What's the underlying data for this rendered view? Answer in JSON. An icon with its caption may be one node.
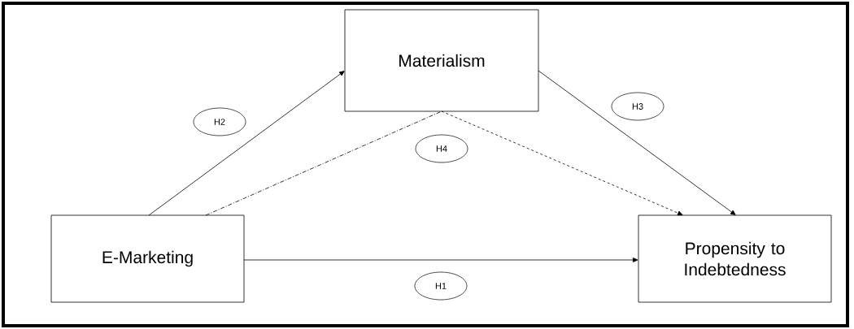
{
  "diagram": {
    "nodes": [
      {
        "text": [
          "Materialism"
        ]
      },
      {
        "text": [
          "H2"
        ]
      },
      {
        "text": [
          "H3"
        ]
      },
      {
        "text": [
          "H4"
        ]
      },
      {
        "text": [
          "E-Marketing"
        ]
      },
      {
        "text": [
          "Propensity to Indebtedness"
        ]
      },
      {
        "text": [
          "H1"
        ]
      }
    ],
    "edges": [
      {
        "from": 4,
        "to": 0,
        "arrow": "to"
      },
      {
        "from": 0,
        "to": 5,
        "arrow": "to"
      },
      {
        "from": 4,
        "to": 0,
        "arrow": "none",
        "style": "dashed"
      },
      {
        "from": 0,
        "to": 5,
        "arrow": "to",
        "style": "dashed"
      },
      {
        "from": 4,
        "to": 5,
        "arrow": "to"
      }
    ]
  }
}
